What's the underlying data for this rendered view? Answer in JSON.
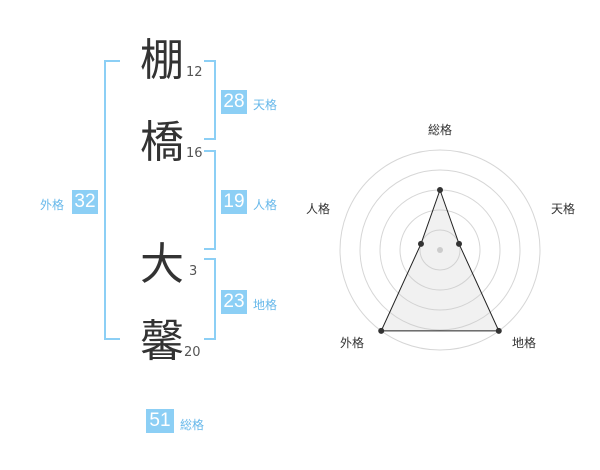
{
  "name": {
    "chars": [
      {
        "kanji": "棚",
        "strokes": "12"
      },
      {
        "kanji": "橋",
        "strokes": "16"
      },
      {
        "kanji": "大",
        "strokes": "3"
      },
      {
        "kanji": "馨",
        "strokes": "20"
      }
    ]
  },
  "kakusu": {
    "tenkaku": {
      "value": "28",
      "label": "天格"
    },
    "jinkaku": {
      "value": "19",
      "label": "人格"
    },
    "chikaku": {
      "value": "23",
      "label": "地格"
    },
    "gaikaku": {
      "value": "32",
      "label": "外格"
    },
    "soukaku": {
      "value": "51",
      "label": "総格"
    }
  },
  "colors": {
    "accent": "#8ccff5",
    "label": "#67b8ea",
    "text": "#333333"
  },
  "chart_data": {
    "type": "radar",
    "axes": [
      "総格",
      "天格",
      "地格",
      "外格",
      "人格"
    ],
    "values": [
      3,
      1,
      5,
      5,
      1
    ],
    "range": [
      0,
      5
    ],
    "rings": 5
  }
}
